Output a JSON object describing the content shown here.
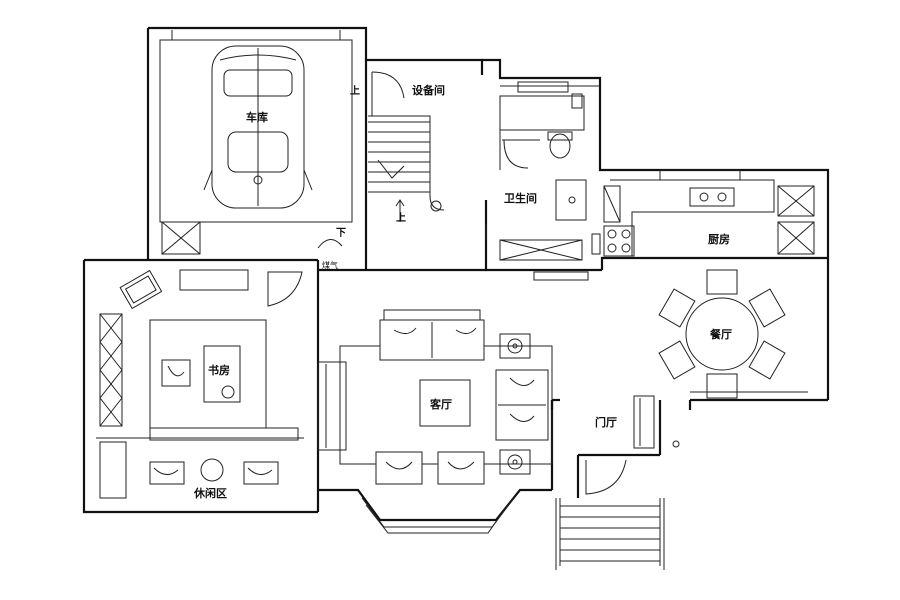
{
  "rooms": {
    "garage": "车库",
    "equipment": "设备间",
    "bathroom": "卫生间",
    "kitchen": "厨房",
    "dining": "餐厅",
    "study": "书房",
    "living": "客厅",
    "foyer": "门厅",
    "leisure": "休闲区"
  },
  "stairs": {
    "up_top": "上",
    "up_bottom": "上",
    "down": "下",
    "small_note": "煤气"
  }
}
